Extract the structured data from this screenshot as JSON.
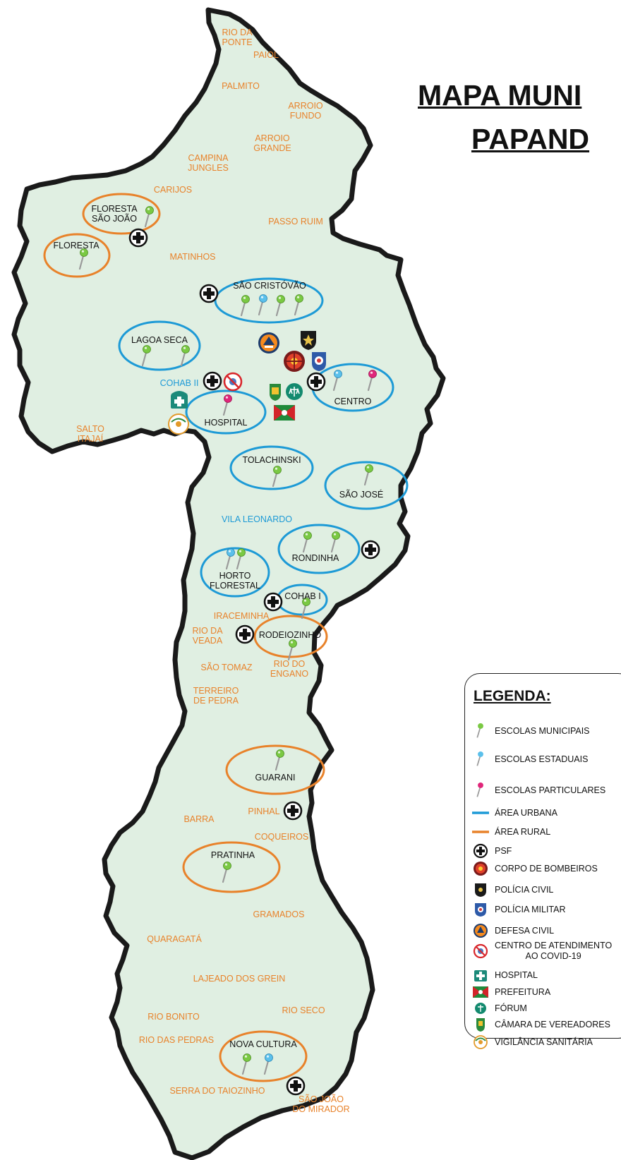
{
  "title": {
    "line1": "MAPA MUNI",
    "line2": "PAPAND"
  },
  "rural_places": [
    {
      "id": "rio-da-ponte",
      "lines": [
        "RIO DA",
        "PONTE"
      ]
    },
    {
      "id": "paiol",
      "lines": [
        "PAIOL"
      ]
    },
    {
      "id": "palmito",
      "lines": [
        "PALMITO"
      ]
    },
    {
      "id": "arroio-fundo",
      "lines": [
        "ARROIO",
        "FUNDO"
      ]
    },
    {
      "id": "arroio-grande",
      "lines": [
        "ARROIO",
        "GRANDE"
      ]
    },
    {
      "id": "campina-jungles",
      "lines": [
        "CAMPINA",
        "JUNGLES"
      ]
    },
    {
      "id": "carijos",
      "lines": [
        "CARIJOS"
      ]
    },
    {
      "id": "passo-ruim",
      "lines": [
        "PASSO RUIM"
      ]
    },
    {
      "id": "matinhos",
      "lines": [
        "MATINHOS"
      ]
    },
    {
      "id": "salto-itajai",
      "lines": [
        "SALTO",
        "ITAJAÍ"
      ]
    },
    {
      "id": "iraceminha",
      "lines": [
        "IRACEMINHA"
      ]
    },
    {
      "id": "rio-da-veada",
      "lines": [
        "RIO DA",
        "VEADA"
      ]
    },
    {
      "id": "sao-tomaz",
      "lines": [
        "SÃO TOMAZ"
      ]
    },
    {
      "id": "rio-do-engano",
      "lines": [
        "RIO DO",
        "ENGANO"
      ]
    },
    {
      "id": "terreiro-de-pedra",
      "lines": [
        "TERREIRO",
        "DE PEDRA"
      ]
    },
    {
      "id": "barra",
      "lines": [
        "BARRA"
      ]
    },
    {
      "id": "pinhal",
      "lines": [
        "PINHAL"
      ]
    },
    {
      "id": "coqueiros",
      "lines": [
        "COQUEIROS"
      ]
    },
    {
      "id": "gramados",
      "lines": [
        "GRAMADOS"
      ]
    },
    {
      "id": "quaragata",
      "lines": [
        "QUARAGATÁ"
      ]
    },
    {
      "id": "lajeado-dos-grein",
      "lines": [
        "LAJEADO DOS GREIN"
      ]
    },
    {
      "id": "rio-bonito",
      "lines": [
        "RIO BONITO"
      ]
    },
    {
      "id": "rio-seco",
      "lines": [
        "RIO SECO"
      ]
    },
    {
      "id": "rio-das-pedras",
      "lines": [
        "RIO DAS PEDRAS"
      ]
    },
    {
      "id": "serra-do-taiozinho",
      "lines": [
        "SERRA DO TAIOZINHO"
      ]
    },
    {
      "id": "sao-joao-do-mirador",
      "lines": [
        "SÃO JOÃO",
        "DO MIRADOR"
      ]
    }
  ],
  "urban_places": [
    {
      "id": "cohab-ii",
      "lines": [
        "COHAB II"
      ]
    },
    {
      "id": "vila-leonardo",
      "lines": [
        "VILA LEONARDO"
      ]
    }
  ],
  "circled_areas": [
    {
      "id": "floresta-sao-joao",
      "lines": [
        "FLORESTA",
        "SÃO JOÃO"
      ],
      "kind": "rural"
    },
    {
      "id": "floresta",
      "lines": [
        "FLORESTA"
      ],
      "kind": "rural"
    },
    {
      "id": "sao-cristovao",
      "lines": [
        "SÃO CRISTÓVÃO"
      ],
      "kind": "urban"
    },
    {
      "id": "lagoa-seca",
      "lines": [
        "LAGOA SECA"
      ],
      "kind": "urban"
    },
    {
      "id": "centro",
      "lines": [
        "CENTRO"
      ],
      "kind": "urban"
    },
    {
      "id": "hospital",
      "lines": [
        "HOSPITAL"
      ],
      "kind": "urban"
    },
    {
      "id": "tolachinski",
      "lines": [
        "TOLACHINSKI"
      ],
      "kind": "urban"
    },
    {
      "id": "sao-jose",
      "lines": [
        "SÃO JOSÉ"
      ],
      "kind": "urban"
    },
    {
      "id": "rondinha",
      "lines": [
        "RONDINHA"
      ],
      "kind": "urban"
    },
    {
      "id": "horto-florestal",
      "lines": [
        "HORTO",
        "FLORESTAL"
      ],
      "kind": "urban"
    },
    {
      "id": "cohab-i",
      "lines": [
        "COHAB I"
      ],
      "kind": "urban"
    },
    {
      "id": "rodeiozinho",
      "lines": [
        "RODEIOZINHO"
      ],
      "kind": "rural"
    },
    {
      "id": "guarani",
      "lines": [
        "GUARANI"
      ],
      "kind": "rural"
    },
    {
      "id": "pratinha",
      "lines": [
        "PRATINHA"
      ],
      "kind": "rural"
    },
    {
      "id": "nova-cultura",
      "lines": [
        "NOVA CULTURA"
      ],
      "kind": "rural"
    }
  ],
  "colors": {
    "land": "#e0efe2",
    "border": "#1a1a1a",
    "rural": "#e8822a",
    "urban": "#1d9ad6",
    "pin_municipal": "#7ac943",
    "pin_estadual": "#5bc0eb",
    "pin_particular": "#e0267a"
  },
  "legend": {
    "title": "LEGENDA:",
    "items": [
      {
        "id": "escolas-municipais",
        "icon": "green-pin-icon",
        "lines": [
          "ESCOLAS MUNICIPAIS"
        ]
      },
      {
        "id": "escolas-estaduais",
        "icon": "blue-pin-icon",
        "lines": [
          "ESCOLAS ESTADUAIS"
        ]
      },
      {
        "id": "escolas-particulares",
        "icon": "pink-pin-icon",
        "lines": [
          "ESCOLAS PARTICULARES"
        ]
      },
      {
        "id": "area-urbana",
        "icon": "blue-line-icon",
        "lines": [
          "ÁREA URBANA"
        ]
      },
      {
        "id": "area-rural",
        "icon": "orange-line-icon",
        "lines": [
          "ÁREA RURAL"
        ]
      },
      {
        "id": "psf",
        "icon": "health-cross-icon",
        "lines": [
          "PSF"
        ]
      },
      {
        "id": "corpo-de-bombeiros",
        "icon": "fire-department-icon",
        "lines": [
          "CORPO DE BOMBEIROS"
        ]
      },
      {
        "id": "policia-civil",
        "icon": "civil-police-badge-icon",
        "lines": [
          "POLÍCIA CIVIL"
        ]
      },
      {
        "id": "policia-militar",
        "icon": "military-police-icon",
        "lines": [
          "POLÍCIA MILITAR"
        ]
      },
      {
        "id": "defesa-civil",
        "icon": "civil-defense-icon",
        "lines": [
          "DEFESA CIVIL"
        ]
      },
      {
        "id": "centro-covid",
        "icon": "covid-center-icon",
        "lines": [
          "CENTRO DE ATENDIMENTO",
          "AO COVID-19"
        ]
      },
      {
        "id": "hospital",
        "icon": "hospital-icon",
        "lines": [
          "HOSPITAL"
        ]
      },
      {
        "id": "prefeitura",
        "icon": "city-hall-flag-icon",
        "lines": [
          "PREFEITURA"
        ]
      },
      {
        "id": "forum",
        "icon": "courthouse-icon",
        "lines": [
          "FÓRUM"
        ]
      },
      {
        "id": "camara",
        "icon": "city-council-icon",
        "lines": [
          "CÂMARA DE VEREADORES"
        ]
      },
      {
        "id": "vigilancia",
        "icon": "health-surveillance-icon",
        "lines": [
          "VIGILÂNCIA SANITÁRIA"
        ]
      }
    ]
  }
}
